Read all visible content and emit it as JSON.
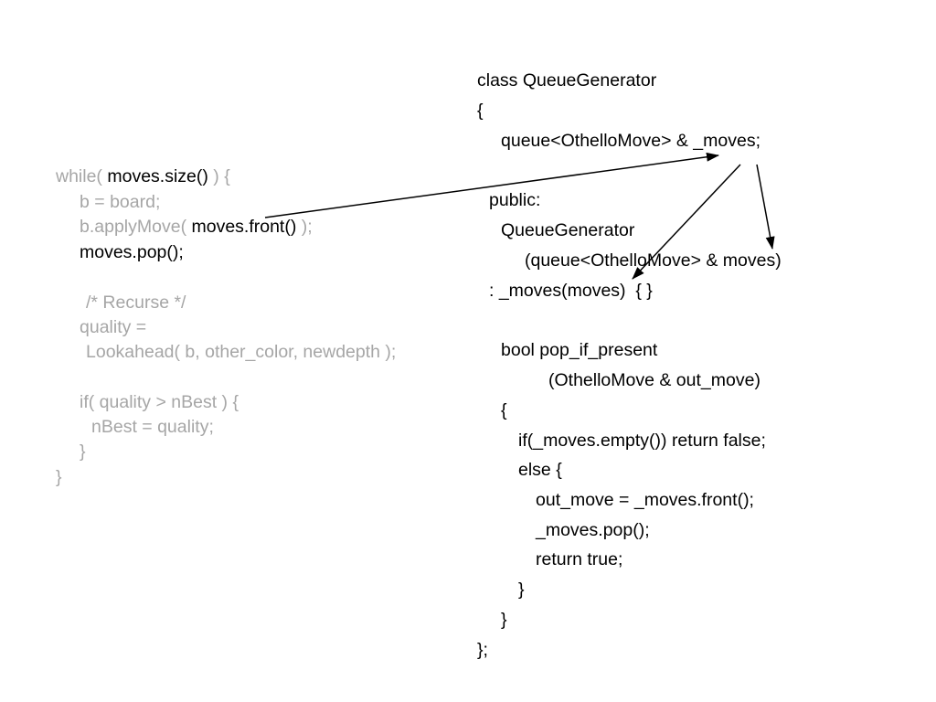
{
  "left_code": {
    "line1": {
      "pre": "while( ",
      "hl": "moves.size()",
      "post": " ) {"
    },
    "line2": "b = board;",
    "line3": {
      "pre": "b.applyMove( ",
      "hl": "moves.front()",
      "post": " );"
    },
    "line4": "moves.pop();",
    "line5": "/* Recurse */",
    "line6": "quality =",
    "line7": "Lookahead( b, other_color, newdepth );",
    "line8": "if( quality > nBest ) {",
    "line9": "nBest = quality;",
    "line10": "}",
    "line11": "}"
  },
  "right_code": {
    "line1": "class QueueGenerator",
    "line2": "{",
    "line3": "queue<OthelloMove> & _moves;",
    "line4": "public:",
    "line5": "QueueGenerator",
    "line6": "(queue<OthelloMove> & moves)",
    "line7": ": _moves(moves)  { }",
    "line8": "bool pop_if_present",
    "line9": "(OthelloMove & out_move)",
    "line10": "{",
    "line11": "if(_moves.empty()) return false;",
    "line12": "else {",
    "line13": "out_move = _moves.front();",
    "line14": "_moves.pop();",
    "line15": "return true;",
    "line16": "}",
    "line17": "}",
    "line18": "};"
  },
  "colors": {
    "dimmed_text": "#a6a6a6",
    "highlighted_text": "#000000",
    "arrow": "#000000"
  }
}
